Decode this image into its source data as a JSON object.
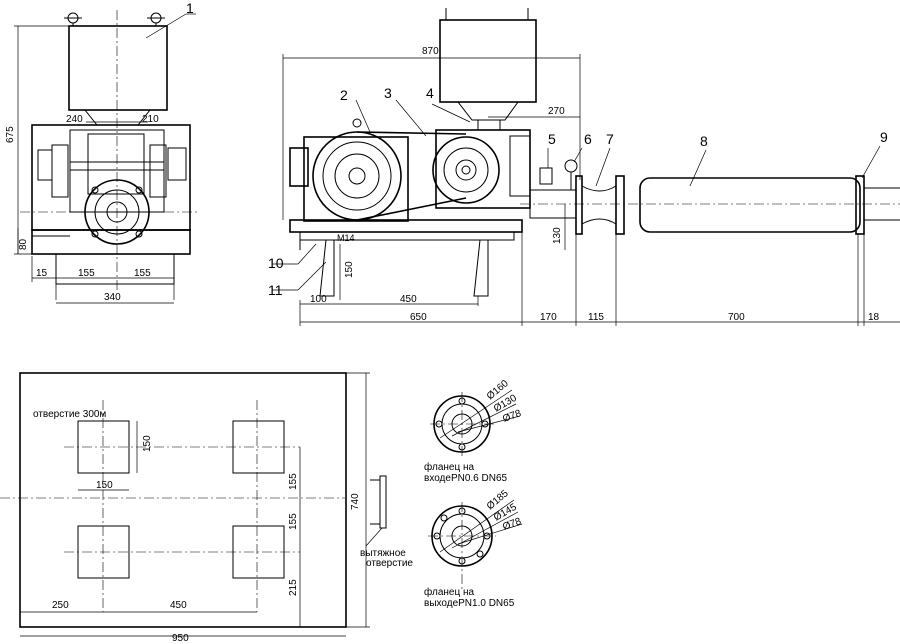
{
  "callouts": {
    "n1": "1",
    "n2": "2",
    "n3": "3",
    "n4": "4",
    "n5": "5",
    "n6": "6",
    "n7": "7",
    "n8": "8",
    "n9": "9",
    "n10": "10",
    "n11": "11"
  },
  "front_view": {
    "height_675": "675",
    "off_240": "240",
    "off_210": "210",
    "base_80": "80",
    "left_15": "15",
    "span_155a": "155",
    "span_155b": "155",
    "width_340": "340"
  },
  "side_view": {
    "top_870": "870",
    "outlet_270": "270",
    "bolt_m14": "M14",
    "foot_150": "150",
    "shaft_130": "130",
    "foot_100": "100",
    "span_450": "450",
    "base_650": "650",
    "gap_170": "170",
    "flange_115": "115",
    "silencer_700": "700",
    "end_18": "18"
  },
  "foundation_plan": {
    "hole_note": "отверстие 300м",
    "sq_150v": "150",
    "sq_150h": "150",
    "v_155a": "155",
    "v_155b": "155",
    "v_215": "215",
    "h_250": "250",
    "h_450": "450",
    "total_950": "950",
    "total_740": "740",
    "exhaust_note_1": "вытяжное",
    "exhaust_note_2": "отверстие"
  },
  "flanges": {
    "inlet": {
      "d_outer": "Ø160",
      "d_bolt": "Ø130",
      "d_inner": "Ø78",
      "caption_1": "фланец на",
      "caption_2": "входеPN0.6 DN65"
    },
    "outlet": {
      "d_outer": "Ø185",
      "d_bolt": "Ø145",
      "d_inner": "Ø78",
      "caption_1": "фланец на",
      "caption_2": "выходеPN1.0 DN65"
    }
  }
}
